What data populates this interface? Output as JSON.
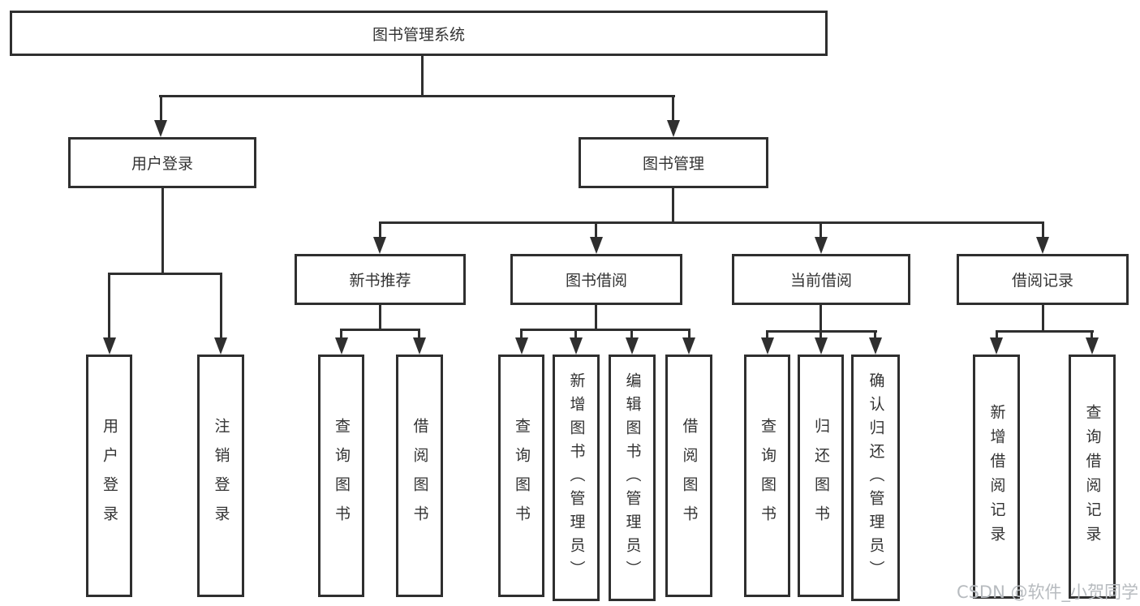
{
  "diagram": {
    "root": {
      "label": "图书管理系统"
    },
    "branches": [
      {
        "label": "用户登录",
        "children": [
          {
            "label": "用户登录"
          },
          {
            "label": "注销登录"
          }
        ]
      },
      {
        "label": "图书管理",
        "children": [
          {
            "label": "新书推荐",
            "children": [
              {
                "label": "查询图书"
              },
              {
                "label": "借阅图书"
              }
            ]
          },
          {
            "label": "图书借阅",
            "children": [
              {
                "label": "查询图书"
              },
              {
                "label": "新增图书（管理员）"
              },
              {
                "label": "编辑图书（管理员）"
              },
              {
                "label": "借阅图书"
              }
            ]
          },
          {
            "label": "当前借阅",
            "children": [
              {
                "label": "查询图书"
              },
              {
                "label": "归还图书"
              },
              {
                "label": "确认归还（管理员）"
              }
            ]
          },
          {
            "label": "借阅记录",
            "children": [
              {
                "label": "新增借阅记录"
              },
              {
                "label": "查询借阅记录"
              }
            ]
          }
        ]
      }
    ]
  },
  "watermark": {
    "text": "CSDN @软件_小贺同学"
  },
  "colors": {
    "line": "#2f2f2f",
    "text": "#333333",
    "watermark": "#b7bbbf",
    "background": "#ffffff"
  }
}
